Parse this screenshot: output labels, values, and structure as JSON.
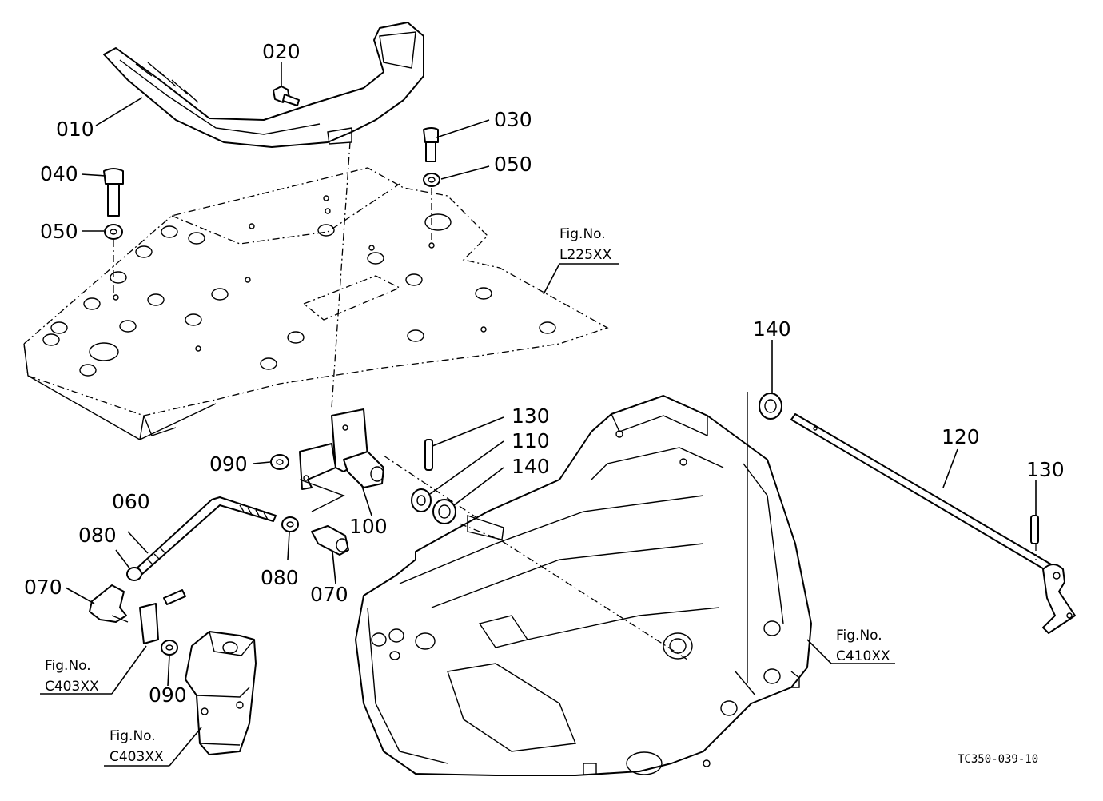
{
  "diagram": {
    "code": "TC350-039-10",
    "fig_refs": [
      {
        "label": "Fig.No.",
        "code": "L225XX"
      },
      {
        "label": "Fig.No.",
        "code": "C410XX"
      },
      {
        "label": "Fig.No.",
        "code": "C403XX"
      },
      {
        "label": "Fig.No.",
        "code": "C403XX"
      }
    ],
    "callouts": [
      {
        "id": "c010",
        "label": "010"
      },
      {
        "id": "c020",
        "label": "020"
      },
      {
        "id": "c030",
        "label": "030"
      },
      {
        "id": "c040",
        "label": "040"
      },
      {
        "id": "c050a",
        "label": "050"
      },
      {
        "id": "c050b",
        "label": "050"
      },
      {
        "id": "c060",
        "label": "060"
      },
      {
        "id": "c070a",
        "label": "070"
      },
      {
        "id": "c070b",
        "label": "070"
      },
      {
        "id": "c080a",
        "label": "080"
      },
      {
        "id": "c080b",
        "label": "080"
      },
      {
        "id": "c090a",
        "label": "090"
      },
      {
        "id": "c090b",
        "label": "090"
      },
      {
        "id": "c100",
        "label": "100"
      },
      {
        "id": "c110",
        "label": "110"
      },
      {
        "id": "c120",
        "label": "120"
      },
      {
        "id": "c130a",
        "label": "130"
      },
      {
        "id": "c130b",
        "label": "130"
      },
      {
        "id": "c140a",
        "label": "140"
      },
      {
        "id": "c140b",
        "label": "140"
      }
    ]
  }
}
